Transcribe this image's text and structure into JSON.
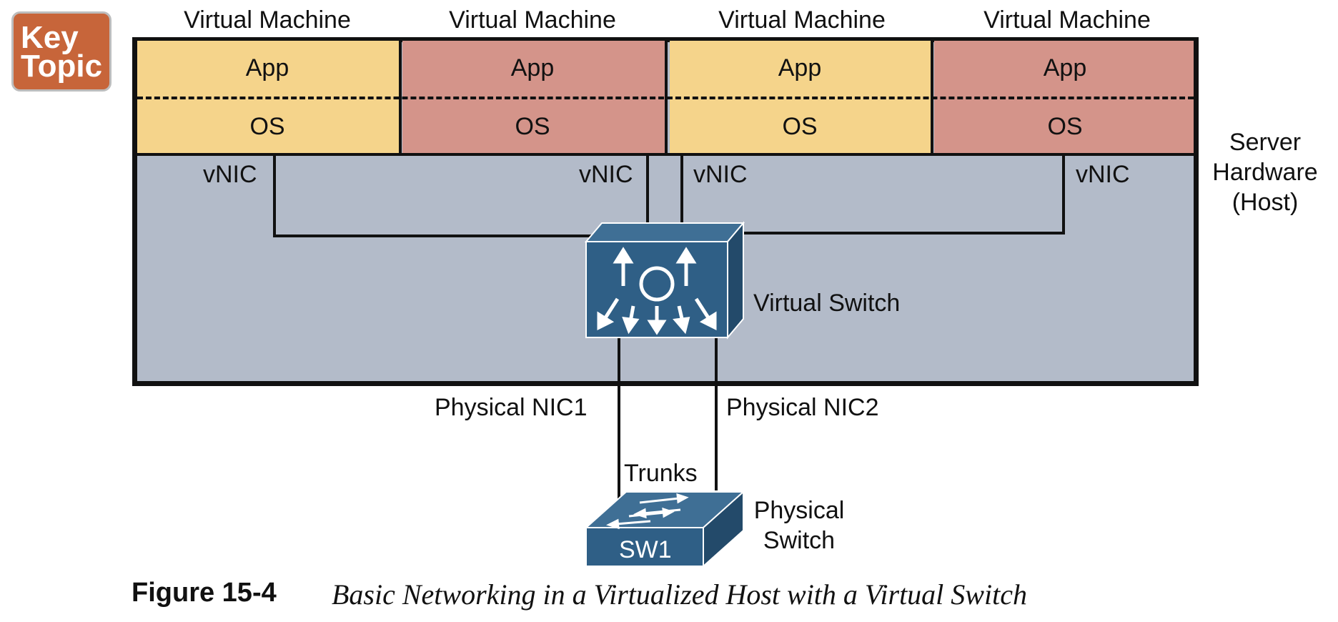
{
  "badge": {
    "line1": "Key",
    "line2": "Topic",
    "color": "#c7653a"
  },
  "virtual_machines": [
    {
      "title": "Virtual Machine",
      "app": "App",
      "os": "OS",
      "color": "#f5d48b"
    },
    {
      "title": "Virtual Machine",
      "app": "App",
      "os": "OS",
      "color": "#d4948a"
    },
    {
      "title": "Virtual Machine",
      "app": "App",
      "os": "OS",
      "color": "#f5d48b"
    },
    {
      "title": "Virtual Machine",
      "app": "App",
      "os": "OS",
      "color": "#d4948a"
    }
  ],
  "vnic_labels": [
    "vNIC",
    "vNIC",
    "vNIC",
    "vNIC"
  ],
  "server_hardware": {
    "line1": "Server",
    "line2": "Hardware",
    "line3": "(Host)",
    "color": "#b3bbc9"
  },
  "virtual_switch": {
    "label": "Virtual Switch",
    "color": "#2f5f86",
    "icon": "multilayer-switch-icon"
  },
  "physical_nics": {
    "nic1": "Physical NIC1",
    "nic2": "Physical NIC2"
  },
  "trunks_label": "Trunks",
  "physical_switch": {
    "name": "SW1",
    "line1": "Physical",
    "line2": "Switch",
    "color": "#2f5f86",
    "icon": "workgroup-switch-icon"
  },
  "caption": {
    "number": "Figure 15-4",
    "text": "Basic Networking in a Virtualized Host with a Virtual Switch"
  }
}
